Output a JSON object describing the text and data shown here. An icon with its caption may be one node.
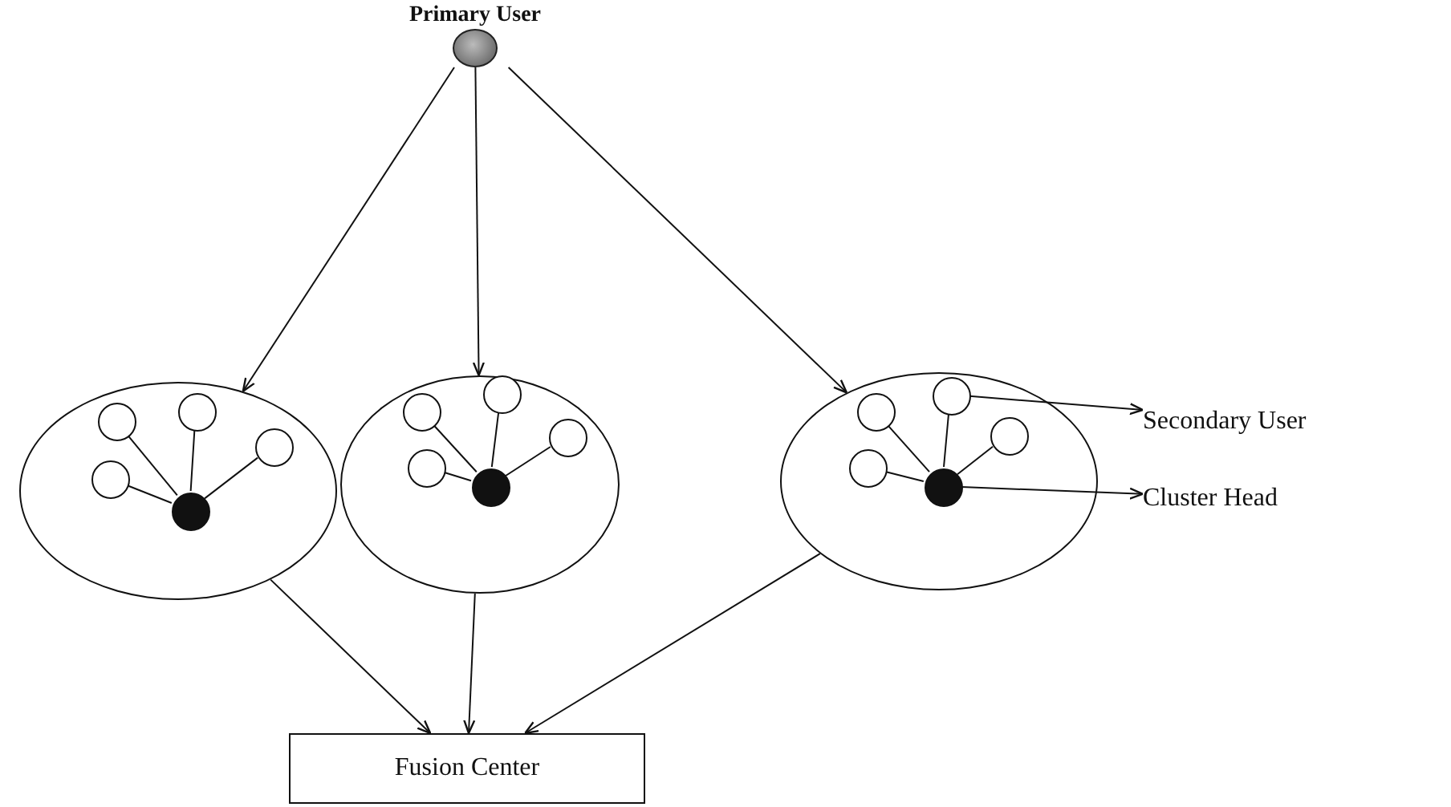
{
  "diagram": {
    "nodes": [
      {
        "text": [
          "Primary User"
        ]
      },
      {
        "text": [],
        "shape": "circle"
      },
      {
        "text": [],
        "shape": "circle",
        "in": 1
      },
      {
        "text": [],
        "shape": "circle",
        "in": 1
      },
      {
        "text": [],
        "shape": "circle",
        "in": 1
      },
      {
        "text": [],
        "shape": "circle",
        "in": 1
      },
      {
        "text": [],
        "shape": "circle",
        "in": 1
      },
      {
        "text": [],
        "shape": "circle"
      },
      {
        "text": [],
        "shape": "circle",
        "in": 7
      },
      {
        "text": [],
        "shape": "circle",
        "in": 7
      },
      {
        "text": [],
        "shape": "circle",
        "in": 7
      },
      {
        "text": [],
        "shape": "circle",
        "in": 7
      },
      {
        "text": [],
        "shape": "circle",
        "in": 7
      },
      {
        "text": [],
        "shape": "circle"
      },
      {
        "text": [],
        "shape": "circle",
        "in": 13
      },
      {
        "text": [],
        "shape": "circle",
        "in": 13
      },
      {
        "text": [],
        "shape": "circle",
        "in": 13
      },
      {
        "text": [],
        "shape": "circle",
        "in": 13
      },
      {
        "text": [],
        "shape": "circle",
        "in": 13
      },
      {
        "text": [
          "Secondary User"
        ]
      },
      {
        "text": [
          "Cluster Head"
        ]
      },
      {
        "text": [
          "Fusion Center"
        ]
      }
    ],
    "edges": [
      {
        "from": 0,
        "to": 1,
        "arrow": "to"
      },
      {
        "from": 0,
        "to": 7,
        "arrow": "to"
      },
      {
        "from": 0,
        "to": 13,
        "arrow": "to"
      },
      {
        "from": 6,
        "to": 2,
        "arrow": "none"
      },
      {
        "from": 6,
        "to": 3,
        "arrow": "none"
      },
      {
        "from": 6,
        "to": 4,
        "arrow": "none"
      },
      {
        "from": 6,
        "to": 5,
        "arrow": "none"
      },
      {
        "from": 12,
        "to": 8,
        "arrow": "none"
      },
      {
        "from": 12,
        "to": 9,
        "arrow": "none"
      },
      {
        "from": 12,
        "to": 10,
        "arrow": "none"
      },
      {
        "from": 12,
        "to": 11,
        "arrow": "none"
      },
      {
        "from": 18,
        "to": 14,
        "arrow": "none"
      },
      {
        "from": 18,
        "to": 15,
        "arrow": "none"
      },
      {
        "from": 18,
        "to": 16,
        "arrow": "none"
      },
      {
        "from": 18,
        "to": 17,
        "arrow": "none"
      },
      {
        "from": 15,
        "to": 19,
        "arrow": "to"
      },
      {
        "from": 18,
        "to": 20,
        "arrow": "to"
      },
      {
        "from": 1,
        "to": 21,
        "arrow": "to"
      },
      {
        "from": 7,
        "to": 21,
        "arrow": "to"
      },
      {
        "from": 13,
        "to": 21,
        "arrow": "to"
      }
    ]
  }
}
